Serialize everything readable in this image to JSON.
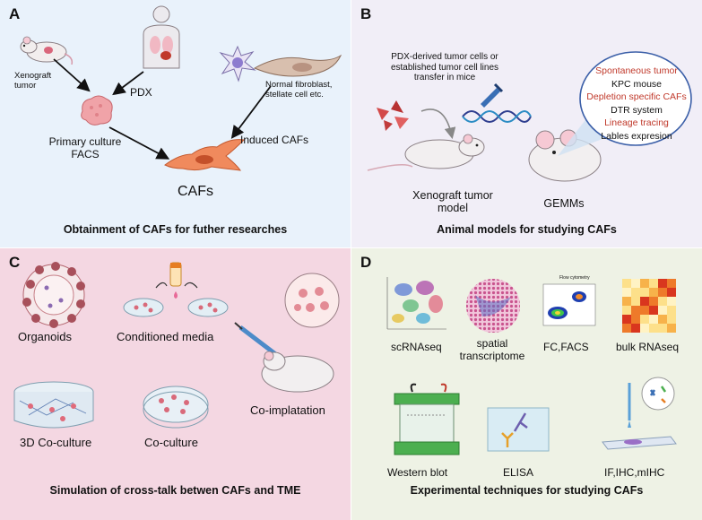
{
  "panelA": {
    "letter": "A",
    "xenograft": "Xenograft tumor",
    "pdx": "PDX",
    "normal": "Normal fibroblast, stellate cell etc.",
    "primary": "Primary culture",
    "facs": "FACS",
    "induced": "Induced CAFs",
    "cafs": "CAFs",
    "caption": "Obtainment of CAFs for futher researches"
  },
  "panelB": {
    "letter": "B",
    "pdx_text": "PDX-derived tumor cells or established tumor cell lines transfer in mice",
    "xeno_model": "Xenograft tumor model",
    "gemms": "GEMMs",
    "list": [
      {
        "text": "Spontaneous tumor",
        "red": true
      },
      {
        "text": "KPC mouse",
        "red": false
      },
      {
        "text": "Depletion specific CAFs",
        "red": true
      },
      {
        "text": "DTR system",
        "red": false
      },
      {
        "text": "Lineage tracing",
        "red": true
      },
      {
        "text": "Lables expresion",
        "red": false
      }
    ],
    "caption": "Animal models for studying CAFs"
  },
  "panelC": {
    "letter": "C",
    "organoids": "Organoids",
    "conditioned": "Conditioned media",
    "co_impl": "Co-implatation",
    "coculture3d": "3D Co-culture",
    "coculture": "Co-culture",
    "caption": "Simulation of cross-talk betwen CAFs and TME"
  },
  "panelD": {
    "letter": "D",
    "scrna": "scRNAseq",
    "spatial": "spatial transcriptome",
    "fc": "FC,FACS",
    "flow_title": "Flow cytometry",
    "bulk": "bulk RNAseq",
    "western": "Western blot",
    "elisa": "ELISA",
    "if": "IF,IHC,mIHC",
    "caption": "Experimental techniques for studying CAFs"
  },
  "colors": {
    "panelA_bg": "#e9f2fb",
    "panelB_bg": "#f1eef7",
    "panelC_bg": "#f4d7e2",
    "panelD_bg": "#eef2e5",
    "highlight_red": "#c0392b"
  }
}
